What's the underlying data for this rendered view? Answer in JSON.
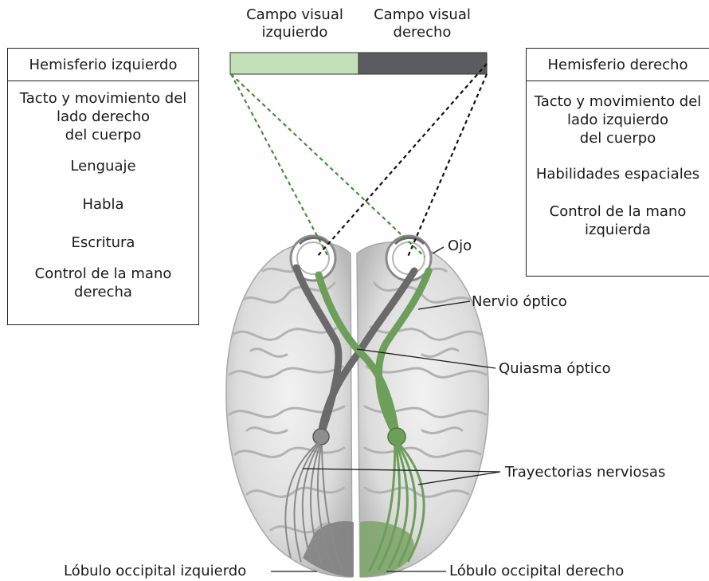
{
  "visual_fields": {
    "left_label": "Campo visual\nizquierdo",
    "right_label": "Campo visual\nderecho",
    "left_color": "#c4e0b8",
    "right_color": "#5a5c5f"
  },
  "left_panel": {
    "title": "Hemisferio izquierdo",
    "items": [
      "Tacto y movimiento del\nlado derecho\ndel cuerpo",
      "Lenguaje",
      "Habla",
      "Escritura",
      "Control de la mano\nderecha"
    ]
  },
  "right_panel": {
    "title": "Hemisferio derecho",
    "items": [
      "Tacto y movimiento del\nlado izquierdo\ndel cuerpo",
      "Habilidades espaciales",
      "Control de la mano\nizquierda"
    ]
  },
  "callouts": {
    "eye": "Ojo",
    "optic_nerve": "Nervio óptico",
    "optic_chiasm": "Quiasma óptico",
    "nerve_paths": "Trayectorias nerviosas",
    "left_occipital": "Lóbulo occipital izquierdo",
    "right_occipital": "Lóbulo occipital derecho"
  },
  "colors": {
    "green_path": "#6d9e5a",
    "gray_path": "#6a6a6a",
    "brain": "#dcdcdc"
  }
}
